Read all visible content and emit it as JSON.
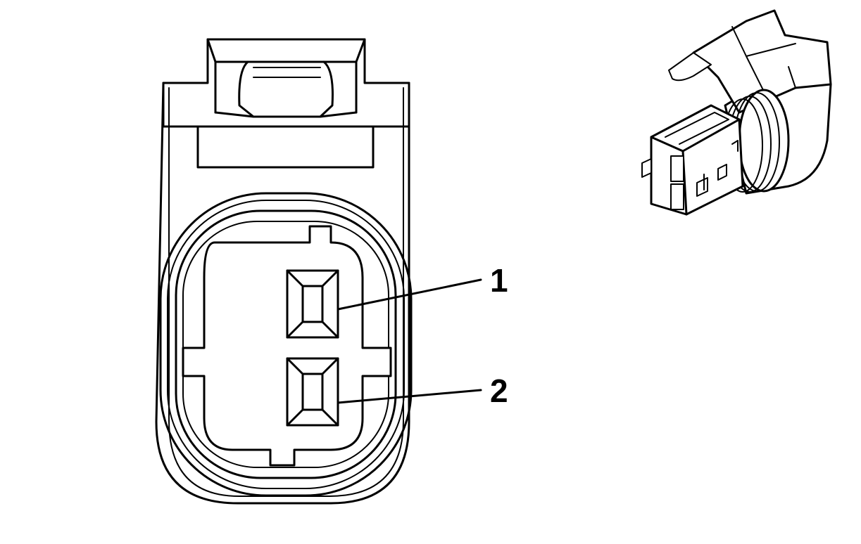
{
  "callouts": [
    {
      "id": "terminal-1",
      "label": "1"
    },
    {
      "id": "terminal-2",
      "label": "2"
    }
  ],
  "colors": {
    "line": "#000000",
    "background": "#ffffff"
  },
  "icons": {
    "connector_face": "connector-face-icon",
    "connector_iso": "connector-isometric-icon"
  }
}
